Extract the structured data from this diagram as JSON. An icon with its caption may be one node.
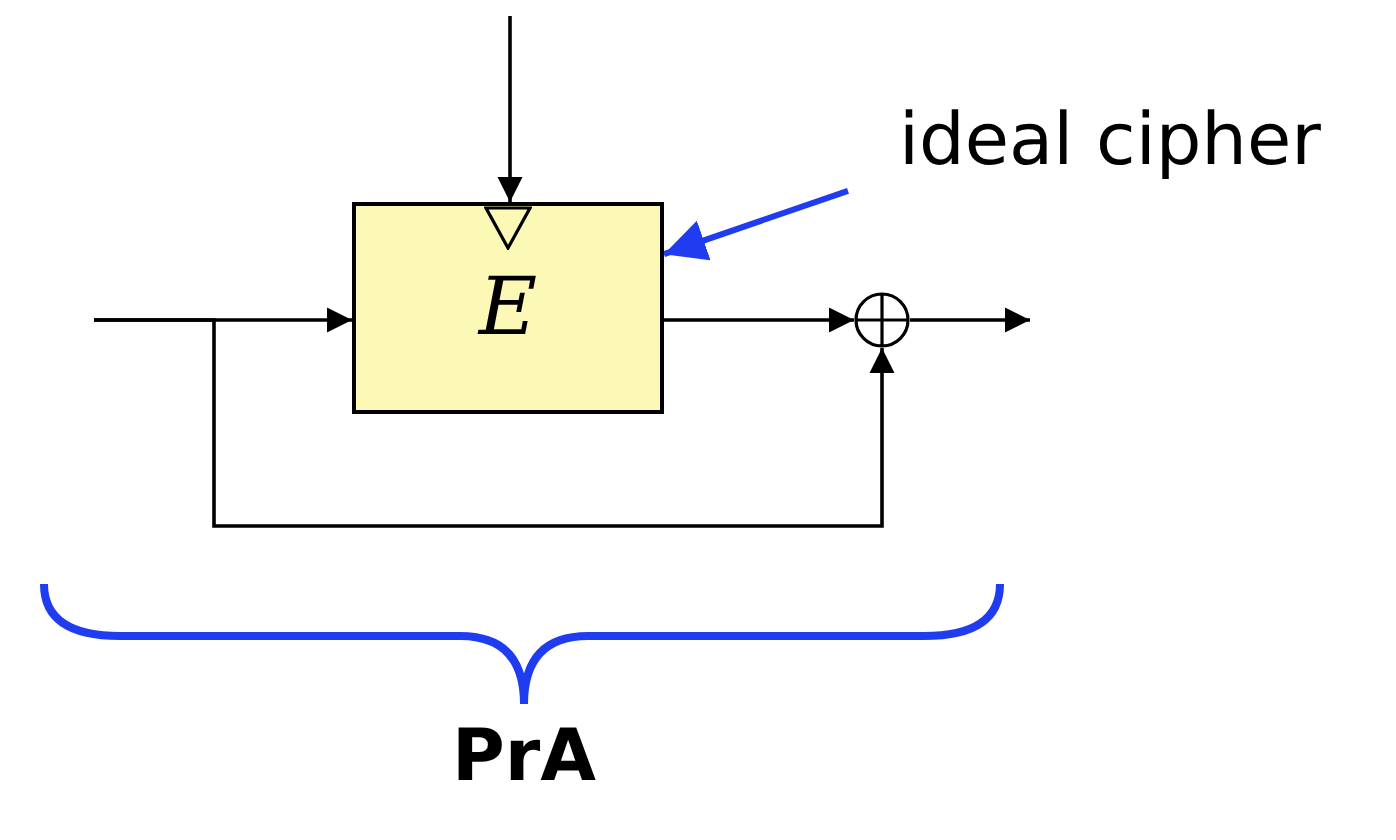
{
  "diagram": {
    "nodes": [
      {
        "text": [
          "E"
        ]
      },
      {
        "text": [],
        "shape": "circle"
      },
      {
        "text": [
          "ideal cipher"
        ]
      }
    ],
    "edges": [
      {
        "from": null,
        "to": 0,
        "arrow": "to"
      },
      {
        "from": null,
        "to": 0,
        "arrow": "to"
      },
      {
        "from": null,
        "to": 1,
        "arrow": "to"
      },
      {
        "from": 0,
        "to": 1,
        "arrow": "to"
      },
      {
        "from": 1,
        "to": null,
        "arrow": "to"
      },
      {
        "from": 2,
        "to": 0,
        "arrow": "to",
        "color": "#1f3cf0"
      }
    ],
    "labels": [
      "PrA"
    ]
  }
}
